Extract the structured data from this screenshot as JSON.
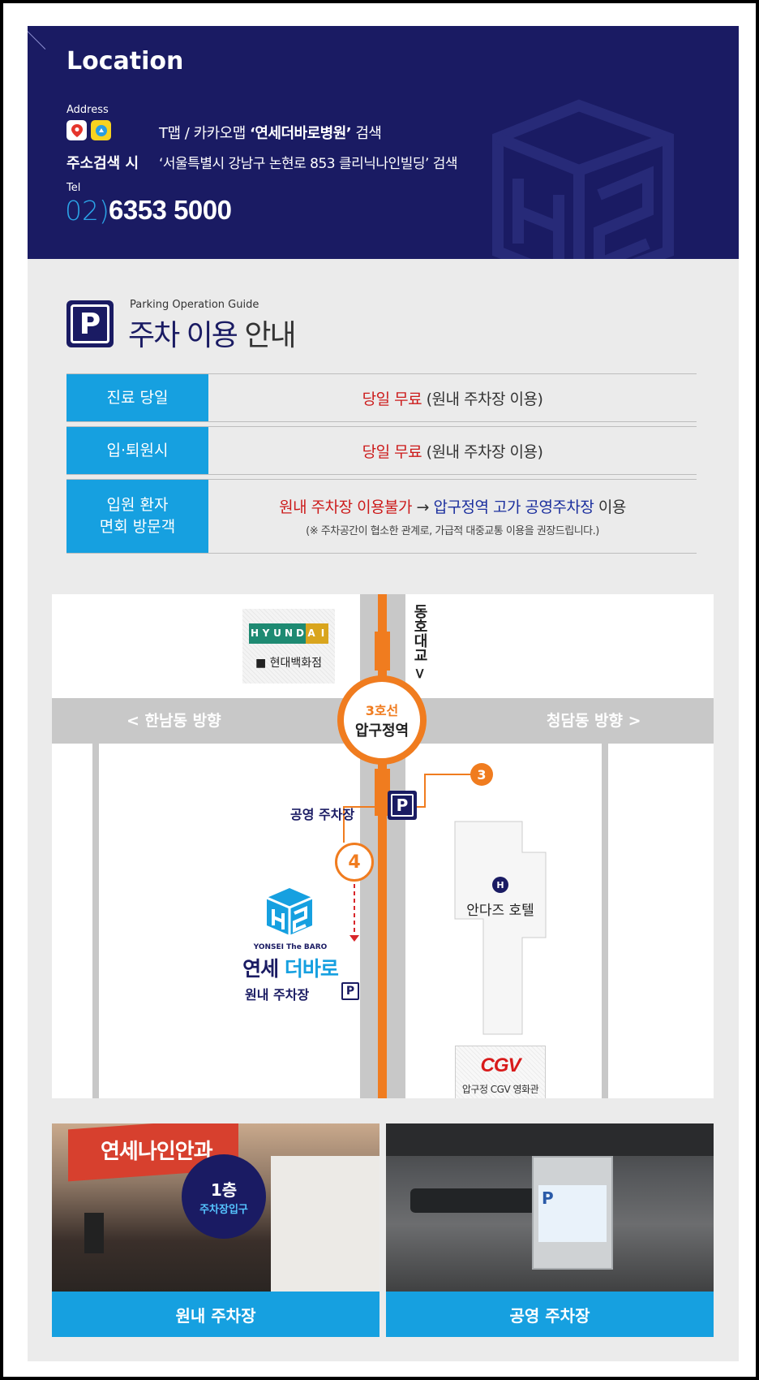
{
  "header": {
    "title": "Location",
    "address_label": "Address",
    "map_apps": [
      "tmap-icon",
      "kakaomap-icon"
    ],
    "map_search_prefix": "T맵 / 카카오맵 ",
    "map_search_bold": "‘연세더바로병원’",
    "map_search_suffix": " 검색",
    "address_search_label": "주소검색 시",
    "address_search_text": "‘서울특별시 강남구 논현로 853 클리닉나인빌딩’ 검색",
    "tel_label": "Tel",
    "tel_area": "02)",
    "tel_number": "6353 5000"
  },
  "parking": {
    "subtitle": "Parking Operation Guide",
    "title_main": "주차 이용",
    "title_light": " 안내",
    "rows": [
      {
        "label": "진료 당일",
        "highlight": "당일 무료",
        "text": " (원내 주차장 이용)"
      },
      {
        "label": "입·퇴원시",
        "highlight": "당일 무료",
        "text": " (원내 주차장 이용)"
      },
      {
        "label_line1": "입원 환자",
        "label_line2": "면회 방문객",
        "red": "원내 주차장 이용불가",
        "arrow": "  →  ",
        "blue": "압구정역 고가 공영주차장",
        "tail": " 이용",
        "note": "(※ 주차공간이 협소한 관계로, 가급적 대중교통 이용을 권장드립니다.)"
      }
    ]
  },
  "map": {
    "left_direction": "< 한남동 방향",
    "right_direction": "청담동 방향 >",
    "bridge": "동호대교 >",
    "station_line": "3호선",
    "station_name": "압구정역",
    "hyundai_letters": [
      "H",
      "Y",
      "U",
      "N",
      "D",
      "A",
      "I"
    ],
    "hyundai_name": "■  현대백화점",
    "public_parking": "공영 주차장",
    "public_parking_icon": "P",
    "exit3": "3",
    "exit4": "4",
    "hotel_icon": "H",
    "hotel_name": "안다즈 호텔",
    "cgv_logo": "CGV",
    "cgv_name": "압구정 CGV 영화관",
    "hospital_en": "YONSEI The BARO",
    "hospital_ko_a": "연세 ",
    "hospital_ko_b": "더바로",
    "inner_parking": "원내 주차장",
    "inner_parking_icon": "P",
    "colors": {
      "line3": "#f07c1f",
      "navy": "#1a1b63",
      "sky": "#16a0e0",
      "road": "#c8c8c8"
    }
  },
  "photos": [
    {
      "caption": "원내 주차장",
      "sign_text": "연세나인안과",
      "bubble_line1": "1층",
      "bubble_line2": "주차장입구"
    },
    {
      "caption": "공영 주차장",
      "booth_text": "P"
    }
  ]
}
